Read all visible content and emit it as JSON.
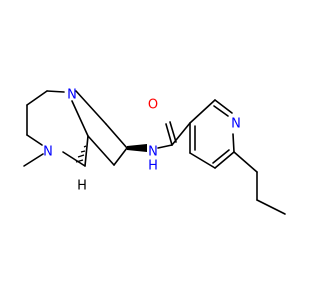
{
  "molecule": {
    "atoms": [
      {
        "id": "n-ring",
        "label": "N",
        "color": "#0000ff"
      },
      {
        "id": "n-methyl",
        "label": "N",
        "color": "#0000ff"
      },
      {
        "id": "n-amide",
        "label": "H",
        "color": "#0000ff"
      },
      {
        "id": "o-carbonyl",
        "label": "O",
        "color": "#ff0000"
      },
      {
        "id": "n-pyridine",
        "label": "N",
        "color": "#0000ff"
      },
      {
        "id": "h-stereo",
        "label": "H",
        "color": "#000000"
      }
    ],
    "nh_label": "N"
  }
}
